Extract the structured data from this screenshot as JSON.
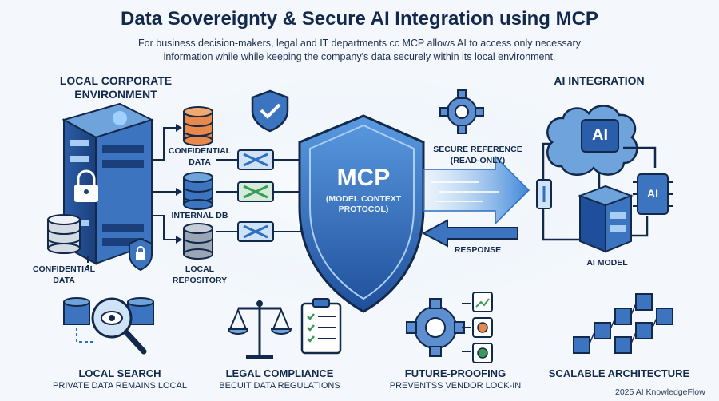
{
  "header": {
    "title": "Data Sovereignty & Secure AI Integration using MCP",
    "subtitle_line1": "For business decision-makers, legal and IT departments cc MCP allows AI to access only necessary",
    "subtitle_line2": "information while while keeping the company's data securely within its local environment."
  },
  "left": {
    "heading_line1": "LOCAL CORPORATE",
    "heading_line2": "ENVIRONMENT",
    "db1_line1": "CONFIDENTIAL",
    "db1_line2": "DATA",
    "db2": "INTERNAL DB",
    "db3_line1": "LOCAL",
    "db3_line2": "REPOSITORY",
    "db4_line1": "CONFIDENTIAL",
    "db4_line2": "DATA"
  },
  "center": {
    "mcp": "MCP",
    "mcp_sub_line1": "(MODEL CONTEXT",
    "mcp_sub_line2": "PROTOCOL)",
    "secure_ref_line1": "SECURE REFERENCE",
    "secure_ref_line2": "(READ-ONLY)",
    "response": "RESPONSE"
  },
  "right": {
    "heading": "AI INTEGRATION",
    "brain_label": "AI",
    "chip_label": "AI",
    "model_label": "AI MODEL"
  },
  "footer": {
    "items": [
      {
        "title": "LOCAL SEARCH",
        "sub": "PRIVATE DATA REMAINS LOCAL"
      },
      {
        "title": "LEGAL COMPLIANCE",
        "sub": "BECUIT DATA REGULATIONS"
      },
      {
        "title": "FUTURE-PROOFING",
        "sub": "PREVENTSS VENDOR LOCK-IN"
      },
      {
        "title": "SCALABLE ARCHITECTURE",
        "sub": ""
      }
    ],
    "credit": "2025 AI KnowledgeFlow"
  },
  "colors": {
    "navy": "#13294b",
    "blue": "#2f6fc0",
    "light_blue": "#cfe2f6",
    "orange": "#e8894a",
    "green": "#3a9a5a"
  }
}
